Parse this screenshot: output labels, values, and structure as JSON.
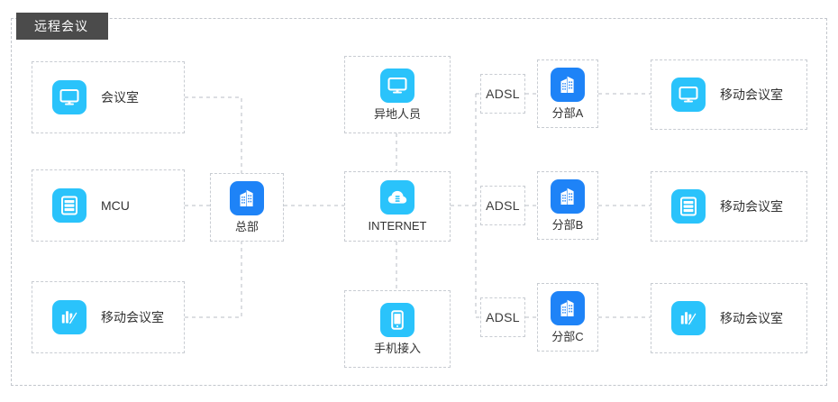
{
  "diagram": {
    "group_title": "远程会议",
    "colors": {
      "icon_cyan": "#2ac3fb",
      "icon_blue": "#1e83f7",
      "title_bar": "#4b4b4b",
      "dashed_border": "#c8ccd2",
      "connector": "#b9bdc4",
      "label_text": "#333333"
    },
    "nodes": [
      {
        "id": "meeting-room",
        "label": "会议室",
        "icon": "monitor-icon",
        "icon_color": "cyan",
        "layout": "h"
      },
      {
        "id": "mcu",
        "label": "MCU",
        "icon": "server-icon",
        "icon_color": "cyan",
        "layout": "h"
      },
      {
        "id": "mobile-room-left",
        "label": "移动会议室",
        "icon": "bar-pen-icon",
        "icon_color": "cyan",
        "layout": "h"
      },
      {
        "id": "headquarters",
        "label": "总部",
        "icon": "building-icon",
        "icon_color": "blue",
        "layout": "v"
      },
      {
        "id": "remote-staff",
        "label": "异地人员",
        "icon": "monitor-icon",
        "icon_color": "cyan",
        "layout": "v"
      },
      {
        "id": "internet",
        "label": "INTERNET",
        "icon": "cloud-icon",
        "icon_color": "cyan",
        "layout": "v"
      },
      {
        "id": "mobile-access",
        "label": "手机接入",
        "icon": "smartphone-icon",
        "icon_color": "cyan",
        "layout": "v"
      },
      {
        "id": "branch-a",
        "label": "分部A",
        "icon": "building-icon",
        "icon_color": "blue",
        "layout": "v"
      },
      {
        "id": "branch-b",
        "label": "分部B",
        "icon": "building-icon",
        "icon_color": "blue",
        "layout": "v"
      },
      {
        "id": "branch-c",
        "label": "分部C",
        "icon": "building-icon",
        "icon_color": "blue",
        "layout": "v"
      },
      {
        "id": "mobile-room-a",
        "label": "移动会议室",
        "icon": "monitor-icon",
        "icon_color": "cyan",
        "layout": "h"
      },
      {
        "id": "mobile-room-b",
        "label": "移动会议室",
        "icon": "server-icon",
        "icon_color": "cyan",
        "layout": "h"
      },
      {
        "id": "mobile-room-c",
        "label": "移动会议室",
        "icon": "bar-pen-icon",
        "icon_color": "cyan",
        "layout": "h"
      }
    ],
    "link_labels": [
      {
        "id": "adsl-a",
        "label": "ADSL"
      },
      {
        "id": "adsl-b",
        "label": "ADSL"
      },
      {
        "id": "adsl-c",
        "label": "ADSL"
      }
    ]
  }
}
